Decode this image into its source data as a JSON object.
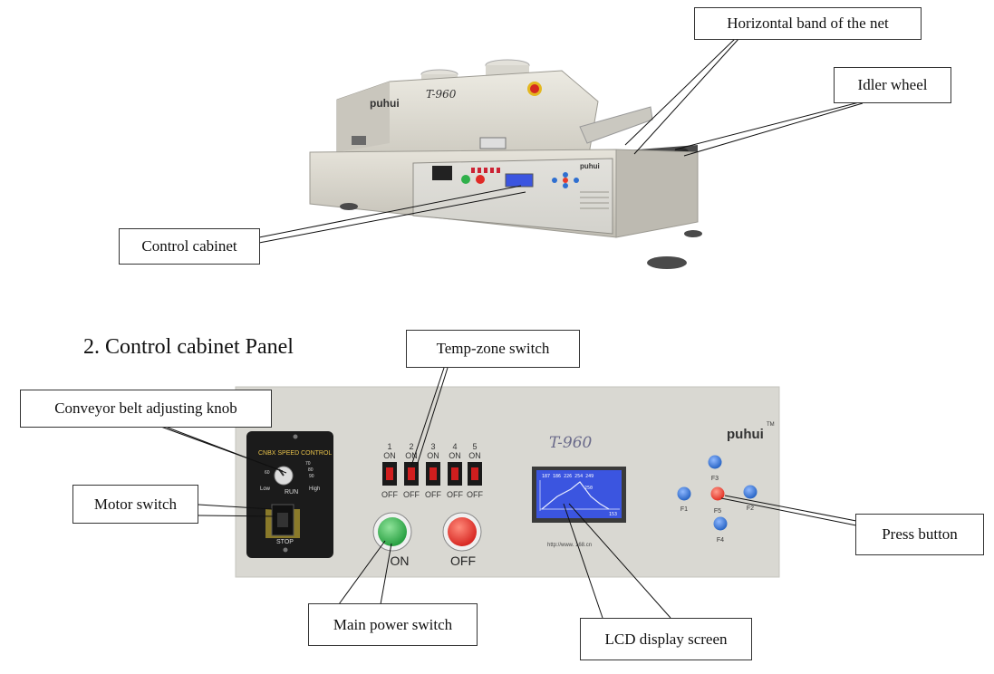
{
  "callouts": {
    "horizontal_band": "Horizontal band of the net",
    "idler_wheel": "Idler wheel",
    "control_cabinet": "Control cabinet",
    "temp_zone_switch": "Temp-zone switch",
    "conveyor_knob": "Conveyor belt adjusting knob",
    "motor_switch": "Motor switch",
    "press_button": "Press button",
    "main_power_switch": "Main power switch",
    "lcd_display": "LCD display screen"
  },
  "section_heading": "2. Control cabinet Panel",
  "machine": {
    "brand": "puhui",
    "model": "T-960",
    "brand_tm": "TM"
  },
  "speed_control": {
    "title": "CNBX SPEED CONTROL",
    "low": "Low",
    "high": "High",
    "run": "RUN",
    "stop": "STOP",
    "scale": [
      "70",
      "80",
      "90",
      "60"
    ]
  },
  "zone_switches": {
    "numbers": [
      "1",
      "2",
      "3",
      "4",
      "5"
    ],
    "on_label": "ON",
    "off_label": "OFF"
  },
  "power": {
    "on_label": "ON",
    "off_label": "OFF"
  },
  "lcd": {
    "top_values": "187 186 226 254 249",
    "peak": "250",
    "bottom_value": "153",
    "url": "http://www.   168.cn"
  },
  "keypad": {
    "f1": "F1",
    "f2": "F2",
    "f3": "F3",
    "f4": "F4",
    "f5": "F5"
  },
  "colors": {
    "panel": "#d9d8d2",
    "machine_body": "#d6d3c9",
    "lcd": "#3b55e0",
    "button_blue": "#2f6fd0",
    "button_red": "#e83a2a",
    "power_on": "#2fb04a",
    "power_off": "#e02a26"
  }
}
